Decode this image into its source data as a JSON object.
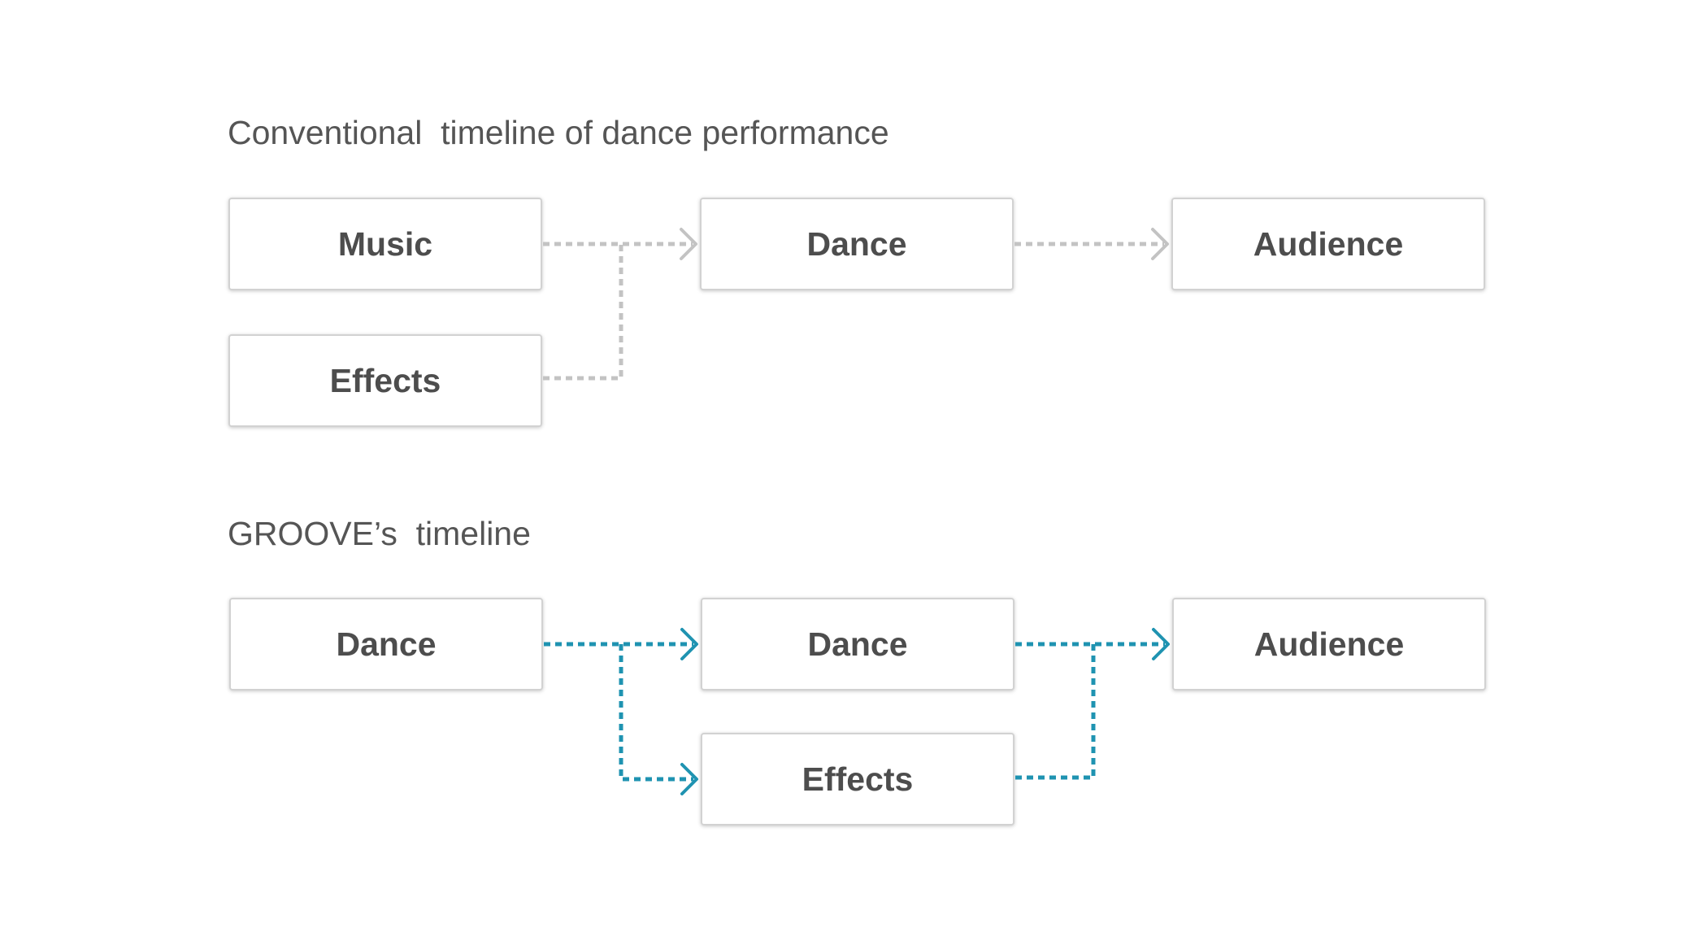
{
  "conventional": {
    "title": "Conventional  timeline of dance performance",
    "nodes": {
      "music": "Music",
      "effects": "Effects",
      "dance": "Dance",
      "audience": "Audience"
    },
    "connector_color": "#c3c3c3"
  },
  "groove": {
    "title": "GROOVE’s  timeline",
    "nodes": {
      "dance_source": "Dance",
      "dance": "Dance",
      "effects": "Effects",
      "audience": "Audience"
    },
    "connector_color": "#1f93b1"
  }
}
